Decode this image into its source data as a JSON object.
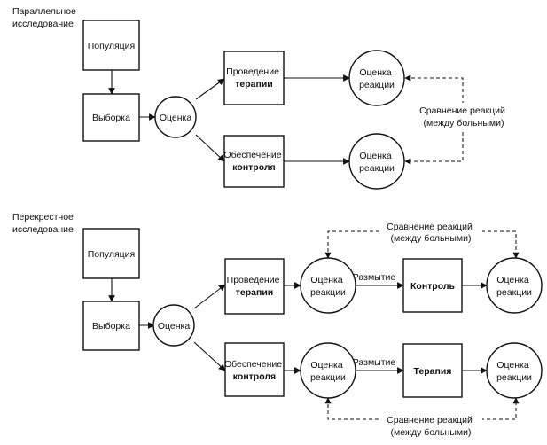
{
  "parallel": {
    "title": [
      "Параллельное",
      "исследование"
    ],
    "population": "Популяция",
    "sample": "Выборка",
    "assessment": "Оценка",
    "therapy": [
      "Проведение",
      "терапии"
    ],
    "control": [
      "Обеспечение",
      "контроля"
    ],
    "response_top": [
      "Оценка",
      "реакции"
    ],
    "response_bottom": [
      "Оценка",
      "реакции"
    ],
    "comparison": [
      "Сравнение реакций",
      "(между больными)"
    ]
  },
  "crossover": {
    "title": [
      "Перекрестное",
      "исследование"
    ],
    "population": "Популяция",
    "sample": "Выборка",
    "assessment": "Оценка",
    "therapy": [
      "Проведение",
      "терапии"
    ],
    "control": [
      "Обеспечение",
      "контроля"
    ],
    "response_top_1": [
      "Оценка",
      "реакции"
    ],
    "response_top_2": [
      "Оценка",
      "реакции"
    ],
    "response_bottom_1": [
      "Оценка",
      "реакции"
    ],
    "response_bottom_2": [
      "Оценка",
      "реакции"
    ],
    "washout_top": "Размытие",
    "washout_bottom": "Размытие",
    "control_phase": "Контроль",
    "therapy_phase": "Терапия",
    "comparison_top": [
      "Сравнение реакций",
      "(между больными)"
    ],
    "comparison_bottom": [
      "Сравнение реакций",
      "(между больными)"
    ]
  }
}
